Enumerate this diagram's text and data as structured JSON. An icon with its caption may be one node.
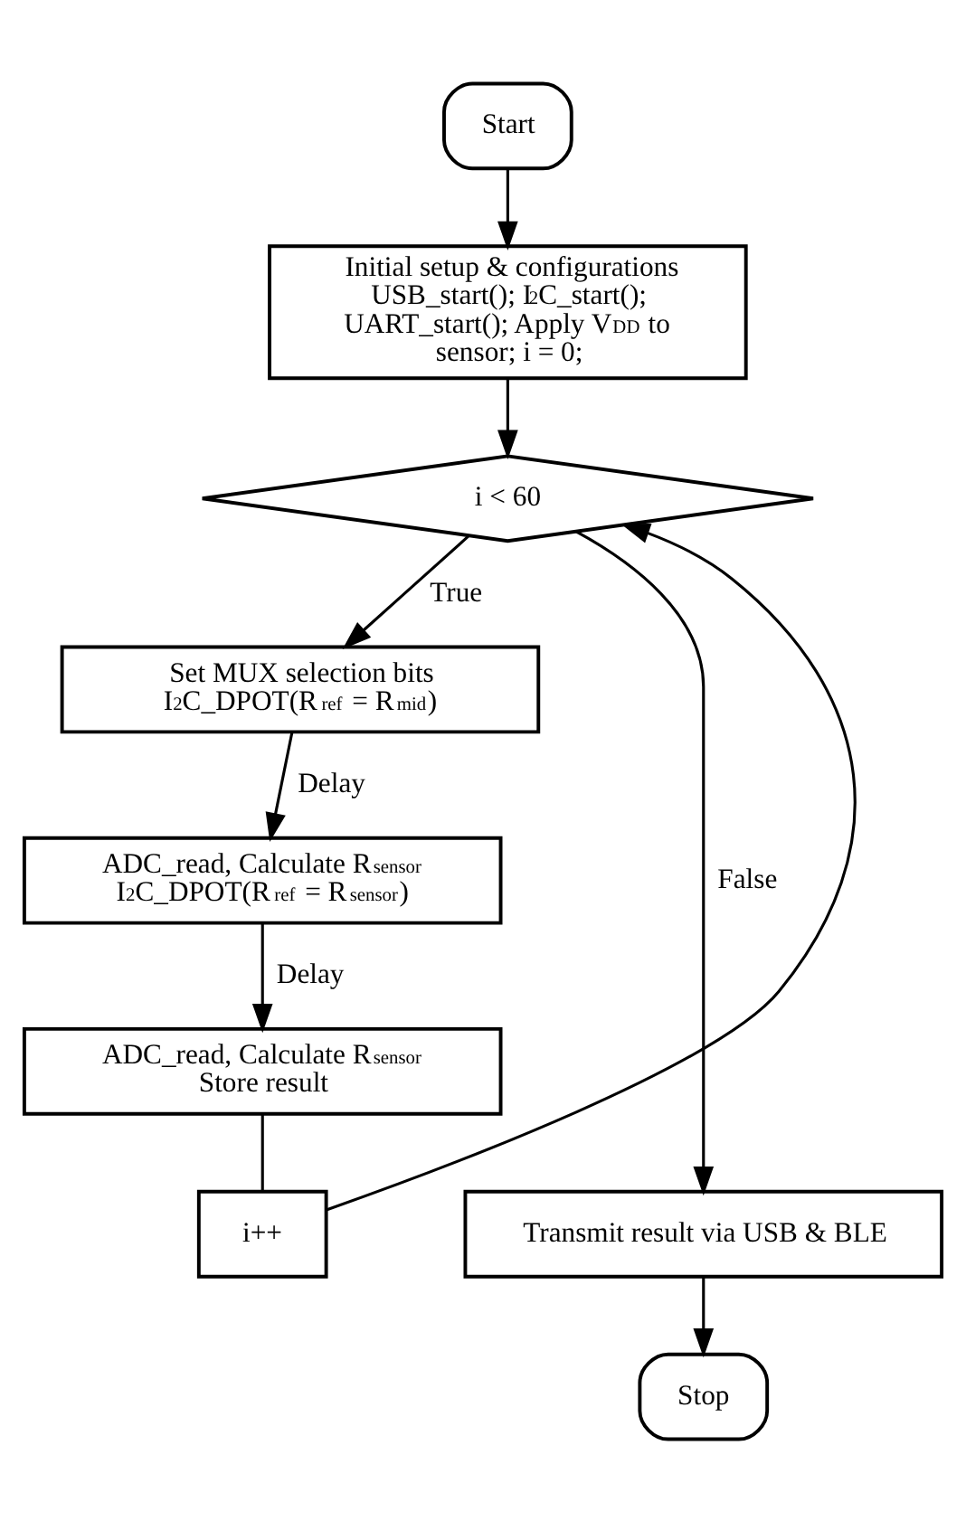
{
  "diagram": {
    "nodes": [
      {
        "text": [
          "Start"
        ]
      },
      {
        "text": [
          "Initial setup & configurations USB_start(); I$^{2}$C_start(); UART_start(); Apply V$_{DD}$ to sensor; i = 0;"
        ]
      },
      {
        "text": [
          "i < 60"
        ]
      },
      {
        "text": [
          "Set MUX selection bits I$^{2}$C_DPOT(R$_{ref}$ = R$_{mid}$)"
        ]
      },
      {
        "text": [
          "ADC_read, Calculate R$_{sensor}$ I$^{2}$C_DPOT(R$_{ref}$ = R$_{sensor}$)"
        ]
      },
      {
        "text": [
          "ADC_read, Calculate R$_{sensor}$ Store result"
        ]
      },
      {
        "text": [
          "i++"
        ]
      },
      {
        "text": [
          "Transmit result via USB & BLE"
        ]
      },
      {
        "text": [
          "Stop"
        ]
      }
    ],
    "edges": [
      {
        "from": 0,
        "to": 1,
        "arrow": "to"
      },
      {
        "from": 1,
        "to": 2,
        "arrow": "to"
      },
      {
        "from": 2,
        "to": 3,
        "label": "True",
        "arrow": "to"
      },
      {
        "from": 3,
        "to": 4,
        "label": "Delay",
        "arrow": "to"
      },
      {
        "from": 4,
        "to": 5,
        "label": "Delay",
        "arrow": "to"
      },
      {
        "from": 5,
        "to": 6,
        "arrow": "none"
      },
      {
        "from": 6,
        "to": 2,
        "arrow": "to"
      },
      {
        "from": 2,
        "to": 7,
        "label": "False",
        "arrow": "to"
      },
      {
        "from": 7,
        "to": 8,
        "arrow": "to"
      }
    ]
  }
}
